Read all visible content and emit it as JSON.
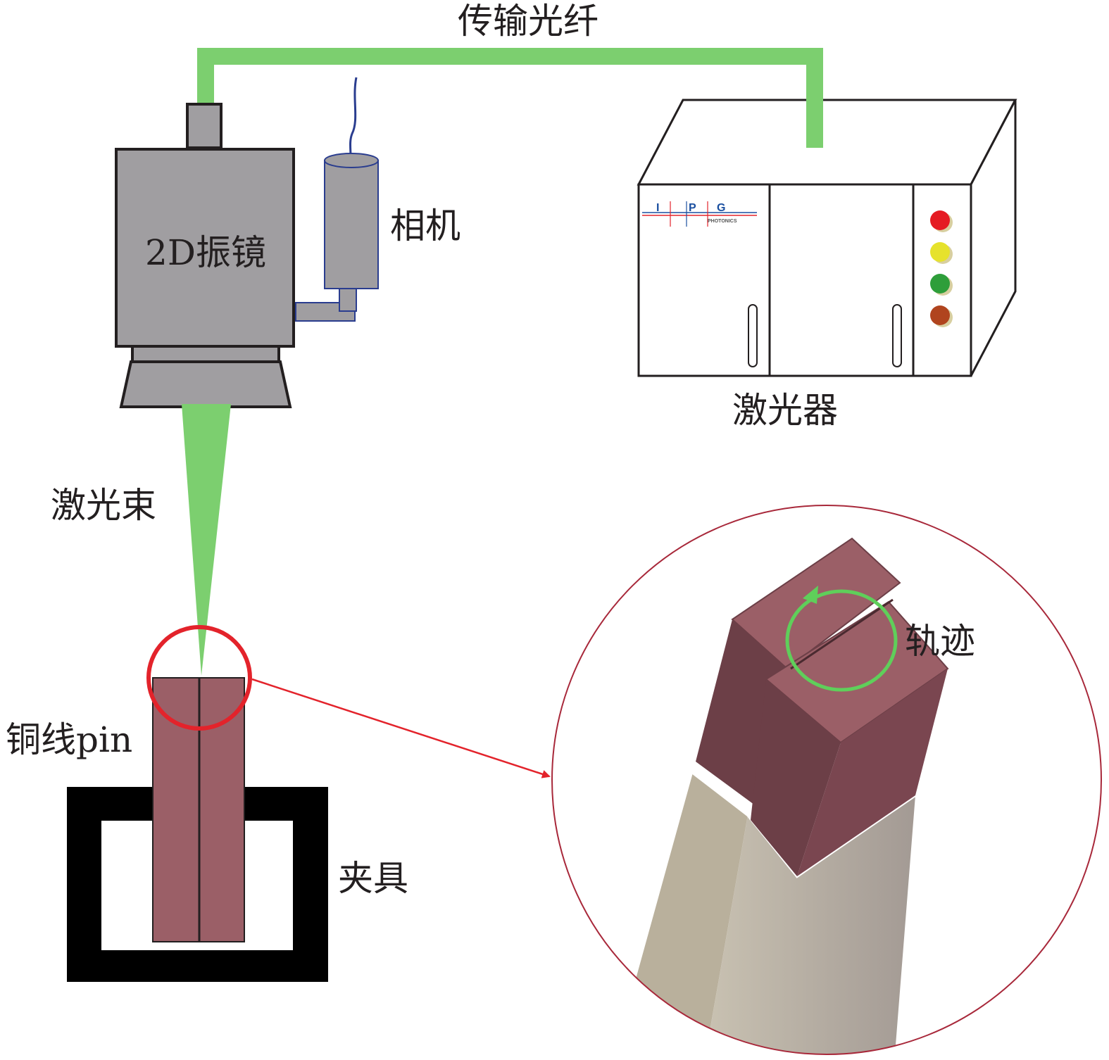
{
  "labels": {
    "fiber": "传输光纤",
    "galvo": "2D振镜",
    "camera": "相机",
    "laser": "激光器",
    "beam": "激光束",
    "pin": "铜线pin",
    "fixture": "夹具",
    "trajectory": "轨迹"
  },
  "logo": {
    "letters": [
      "I",
      "P",
      "G"
    ],
    "subtitle": "PHOTONICS"
  },
  "indicator_lights": [
    "#e51b23",
    "#e6e22c",
    "#2e9e3a",
    "#b0441e"
  ],
  "colors": {
    "laser_green": "#7ccf6f",
    "device_gray": "#a09ea1",
    "copper_pin": "#9b5f67",
    "copper_pin_dark": "#6c3f47",
    "insulation": "#b6ada4",
    "highlight_red": "#e3232b"
  }
}
